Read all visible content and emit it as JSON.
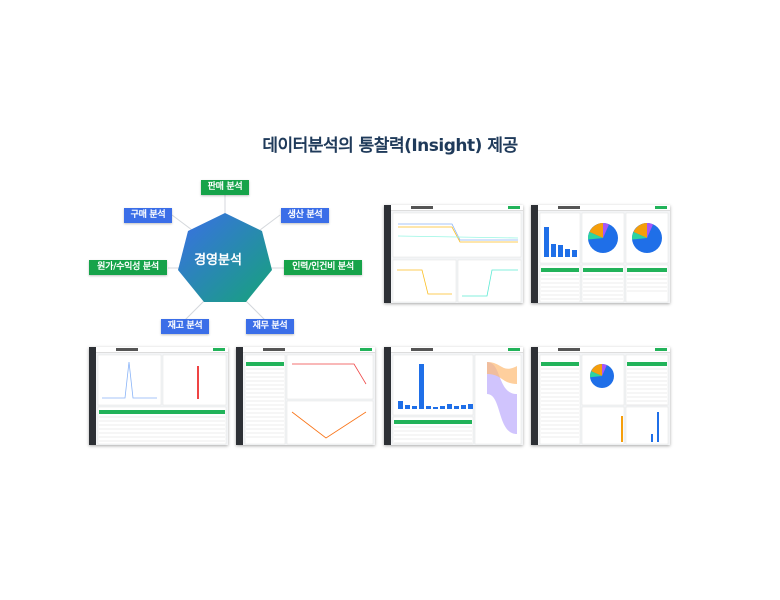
{
  "title": "데이터분석의 통찰력(Insight) 제공",
  "center": "경영분석",
  "categories": [
    {
      "label": "판매 분석",
      "color": "#16a34a"
    },
    {
      "label": "생산 분석",
      "color": "#3b6ee8"
    },
    {
      "label": "인력/인건비 분석",
      "color": "#16a34a"
    },
    {
      "label": "재무 분석",
      "color": "#3b6ee8"
    },
    {
      "label": "재고 분석",
      "color": "#3b6ee8"
    },
    {
      "label": "원가/수익성 분석",
      "color": "#16a34a"
    },
    {
      "label": "구매 분석",
      "color": "#3b6ee8"
    }
  ],
  "colors": {
    "title": "#1f3a5a",
    "gradient_start": "#3b6ee8",
    "gradient_end": "#16a37a"
  }
}
